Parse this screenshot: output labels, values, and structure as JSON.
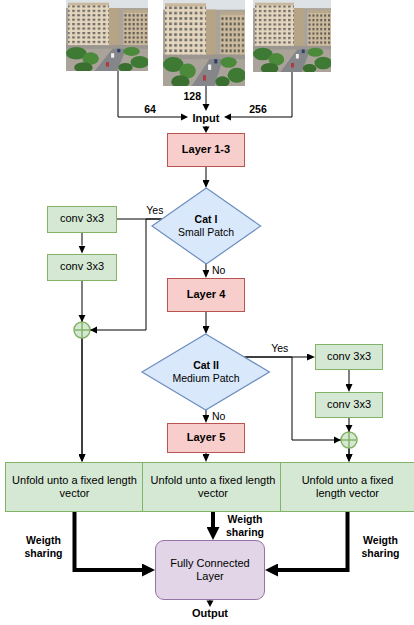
{
  "diagram": {
    "nodes": [
      {
        "text": [
          "Layer 1-3"
        ]
      },
      {
        "text": [
          "Cat I",
          "Small Patch"
        ]
      },
      {
        "text": [
          "conv 3x3"
        ]
      },
      {
        "text": [
          "conv 3x3"
        ]
      },
      {
        "text": [
          "Layer 4"
        ]
      },
      {
        "text": [
          "Cat II",
          "Medium Patch"
        ]
      },
      {
        "text": [
          "conv 3x3"
        ]
      },
      {
        "text": [
          "conv 3x3"
        ]
      },
      {
        "text": [
          "Layer 5"
        ]
      },
      {
        "text": [
          "Unfold unto a fixed length vector"
        ]
      },
      {
        "text": [
          "Unfold unto a fixed length vector"
        ]
      },
      {
        "text": [
          "Unfold unto a fixed length vector"
        ]
      },
      {
        "text": [
          "Fully Connected Layer"
        ]
      }
    ],
    "edges": [
      {
        "from": 0,
        "to": 1,
        "arrow": "to"
      },
      {
        "from": 1,
        "to": 2,
        "arrow": "to",
        "label": "Yes"
      },
      {
        "from": 1,
        "to": 9,
        "arrow": "to"
      },
      {
        "from": 2,
        "to": 3,
        "arrow": "to"
      },
      {
        "from": 3,
        "to": 9,
        "arrow": "to"
      },
      {
        "from": 1,
        "to": 4,
        "arrow": "to",
        "label": "No"
      },
      {
        "from": 4,
        "to": 5,
        "arrow": "to"
      },
      {
        "from": 5,
        "to": 6,
        "arrow": "to",
        "label": "Yes"
      },
      {
        "from": 5,
        "to": 11,
        "arrow": "to"
      },
      {
        "from": 6,
        "to": 7,
        "arrow": "to"
      },
      {
        "from": 7,
        "to": 11,
        "arrow": "to"
      },
      {
        "from": 5,
        "to": 8,
        "arrow": "to",
        "label": "No"
      },
      {
        "from": 8,
        "to": 10,
        "arrow": "to"
      },
      {
        "from": 9,
        "to": 12,
        "arrow": "to",
        "label": "Weigth sharing"
      },
      {
        "from": 10,
        "to": 12,
        "arrow": "to",
        "label": "Weigth sharing"
      },
      {
        "from": 11,
        "to": 12,
        "arrow": "to",
        "label": "Weigth sharing"
      }
    ],
    "labels": [
      "64",
      "128",
      "256",
      "Input",
      "Output"
    ]
  }
}
